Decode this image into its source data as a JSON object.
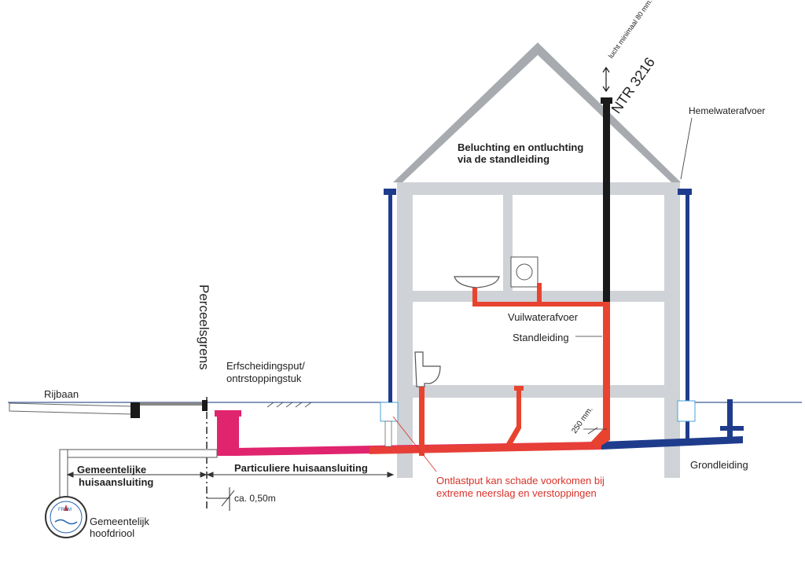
{
  "labels": {
    "lucht": "lucht minimaal 80 mm.",
    "ntr": "NTR 3216",
    "hemelwater": "Hemelwaterafvoer",
    "beluchting_line1": "Beluchting en ontluchting",
    "beluchting_line2": "via de standleiding",
    "perceelsgrens": "Perceelsgrens",
    "erfscheiding_line1": "Erfscheidingsput/",
    "erfscheiding_line2": "ontrstoppingstuk",
    "rijbaan": "Rijbaan",
    "vuilwater": "Vuilwaterafvoer",
    "standleiding": "Standleiding",
    "afstand_250": "250 mm.",
    "gemeentelijke_line1": "Gemeentelijke",
    "gemeentelijke_line2": "huisaansluiting",
    "particuliere": "Particuliere huisaansluiting",
    "ontlastput_line1": "Ontlastput kan schade voorkomen bij",
    "ontlastput_line2": "extreme neerslag en verstoppingen",
    "grondleiding": "Grondleiding",
    "ca": "ca. 0,50m",
    "hoofdriool_line1": "Gemeentelijk",
    "hoofdriool_line2": "hoofdriool",
    "logo": "FRSM"
  },
  "colors": {
    "wall": "#cfd2d6",
    "roof": "#a7abb0",
    "foul_pipe": "#e8432f",
    "sewer_pipe": "#e0246e",
    "rain_pipe": "#1f3c8c",
    "vent_stack": "#1a1a1a",
    "ground": "#3d5a96",
    "callout_red": "#d8322a"
  }
}
